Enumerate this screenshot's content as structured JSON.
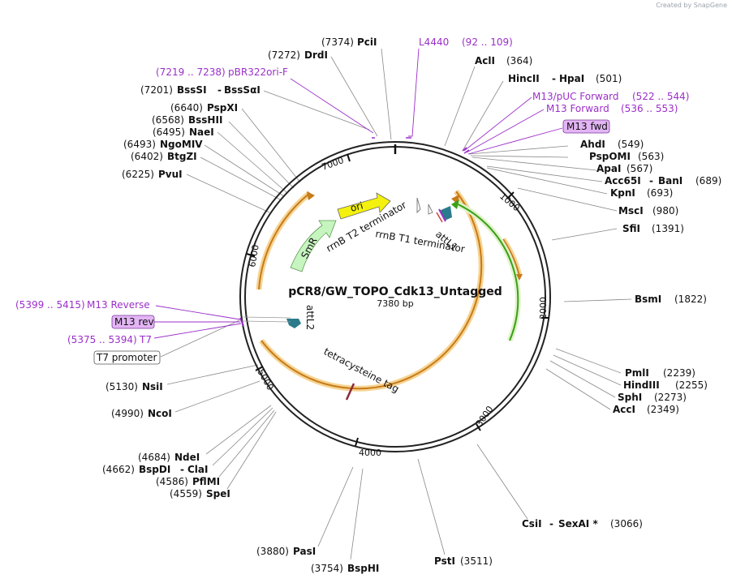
{
  "credit": "Created by SnapGene",
  "plasmid": {
    "name": "pCR8/GW_TOPO_Cdk13_Untagged",
    "length": "7380 bp"
  },
  "ticks": [
    "1000",
    "2000",
    "3000",
    "4000",
    "5000",
    "6000",
    "7000"
  ],
  "enzymes": [
    {
      "name": "PciI",
      "pos": "(7374)"
    },
    {
      "name": "DrdI",
      "pos": "(7272)"
    },
    {
      "name": "BssSI",
      "name2": "BssSαI",
      "pos": "(7201)"
    },
    {
      "name": "PspXI",
      "pos": "(6640)"
    },
    {
      "name": "BssHII",
      "pos": "(6568)"
    },
    {
      "name": "NaeI",
      "pos": "(6495)"
    },
    {
      "name": "NgoMIV",
      "pos": "(6493)"
    },
    {
      "name": "BtgZI",
      "pos": "(6402)"
    },
    {
      "name": "PvuI",
      "pos": "(6225)"
    },
    {
      "name": "AclI",
      "pos": "(364)"
    },
    {
      "name": "HincII",
      "name2": "HpaI",
      "pos": "(501)"
    },
    {
      "name": "AhdI",
      "pos": "(549)"
    },
    {
      "name": "PspOMI",
      "pos": "(563)"
    },
    {
      "name": "ApaI",
      "pos": "(567)"
    },
    {
      "name": "Acc65I",
      "name2": "BanI",
      "pos": "(689)"
    },
    {
      "name": "KpnI",
      "pos": "(693)"
    },
    {
      "name": "MscI",
      "pos": "(980)"
    },
    {
      "name": "SfiI",
      "pos": "(1391)"
    },
    {
      "name": "BsmI",
      "pos": "(1822)"
    },
    {
      "name": "PmlI",
      "pos": "(2239)"
    },
    {
      "name": "HindIII",
      "pos": "(2255)"
    },
    {
      "name": "SphI",
      "pos": "(2273)"
    },
    {
      "name": "AccI",
      "pos": "(2349)"
    },
    {
      "name": "CsiI",
      "name2": "SexAI *",
      "pos": "(3066)"
    },
    {
      "name": "PstI",
      "pos": "(3511)"
    },
    {
      "name": "BspHI",
      "pos": "(3754)"
    },
    {
      "name": "PasI",
      "pos": "(3880)"
    },
    {
      "name": "SpeI",
      "pos": "(4559)"
    },
    {
      "name": "PflMI",
      "pos": "(4586)"
    },
    {
      "name": "BspDI",
      "name2": "ClaI",
      "pos": "(4662)"
    },
    {
      "name": "NdeI",
      "pos": "(4684)"
    },
    {
      "name": "NcoI",
      "pos": "(4990)"
    },
    {
      "name": "NsiI",
      "pos": "(5130)"
    }
  ],
  "primers": [
    {
      "name": "L4440",
      "range": "(92 .. 109)"
    },
    {
      "name": "pBR322ori-F",
      "range": "(7219 .. 7238)"
    },
    {
      "name": "M13/pUC Forward",
      "range": "(522 .. 544)"
    },
    {
      "name": "M13 Forward",
      "range": "(536 .. 553)"
    },
    {
      "name": "M13 Reverse",
      "range": "(5399 .. 5415)"
    },
    {
      "name": "T7",
      "range": "(5375 .. 5394)"
    }
  ],
  "boxed_labels": {
    "m13_fwd": "M13 fwd",
    "m13_rev": "M13 rev",
    "t7_promoter": "T7 promoter"
  },
  "features": {
    "ori": "ori",
    "smr": "SmR",
    "rrnb_t2": "rrnB T2 terminator",
    "rrnb_t1": "rrnB T1 terminator",
    "attl1": "attL1",
    "attl2": "attL2",
    "tetracysteine": "tetracysteine tag"
  },
  "colors": {
    "backbone": "#222222",
    "primer": "#9b2fc9",
    "cds_orange": "#c77a1a",
    "cds_glow": "#f5cf86",
    "green_feature": "#3aa017",
    "ori": "#f4f10e",
    "smr": "#c7f5c0",
    "att": "#2a7b8c",
    "primer_box": "#e3b5f5"
  }
}
